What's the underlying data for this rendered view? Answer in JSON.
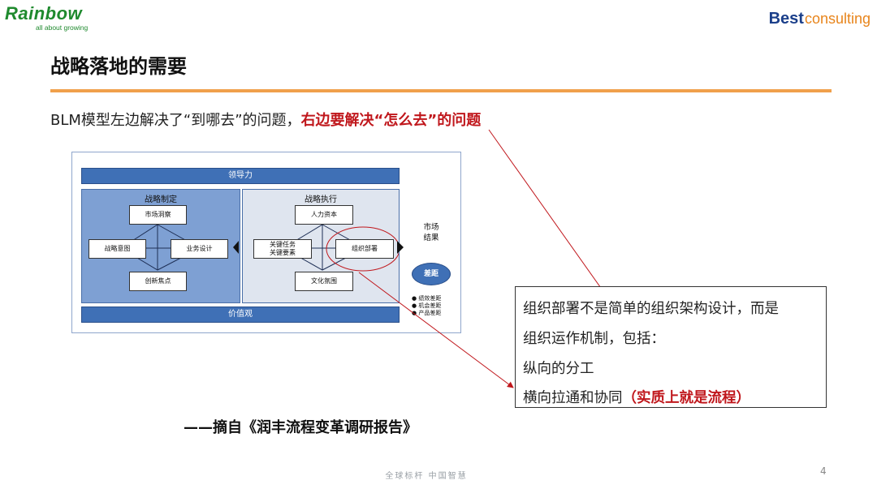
{
  "logos": {
    "left_word": "Rainbow",
    "left_tagline": "all about growing",
    "right_word_bold": "Best",
    "right_word_rest": "consulting"
  },
  "title": "战略落地的需要",
  "intro": {
    "plain": "BLM模型左边解决了“到哪去”的问题，",
    "highlight": "右边要解决“怎么去”的问题"
  },
  "diagram": {
    "top_bar": "领导力",
    "bottom_bar": "价值观",
    "left_panel": {
      "title": "战略制定",
      "top": "市场洞察",
      "left": "战略意图",
      "right": "业务设计",
      "bottom": "创新焦点"
    },
    "right_panel": {
      "title": "战略执行",
      "top": "人力资本",
      "left_line1": "关键任务",
      "left_line2": "关键要素",
      "right": "组织部署",
      "bottom": "文化氛围"
    },
    "market_line1": "市场",
    "market_line2": "结果",
    "gap_label": "差距",
    "gap_items": [
      "绩效差距",
      "机会差距",
      "产品差距"
    ]
  },
  "callout": {
    "line1": "组织部署不是简单的组织架构设计，而是",
    "line2": "组织运作机制，包括：",
    "line3": "纵向的分工",
    "line4_plain": "横向拉通和协同",
    "line4_highlight": "（实质上就是流程）"
  },
  "source": "——摘自《润丰流程变革调研报告》",
  "footer": "全球标杆 中国智慧",
  "page_number": "4",
  "colors": {
    "accent_orange": "#f0a04b",
    "highlight_red": "#c0171c",
    "diagram_blue": "#3f70b6",
    "arrow_red": "#c0171c"
  }
}
